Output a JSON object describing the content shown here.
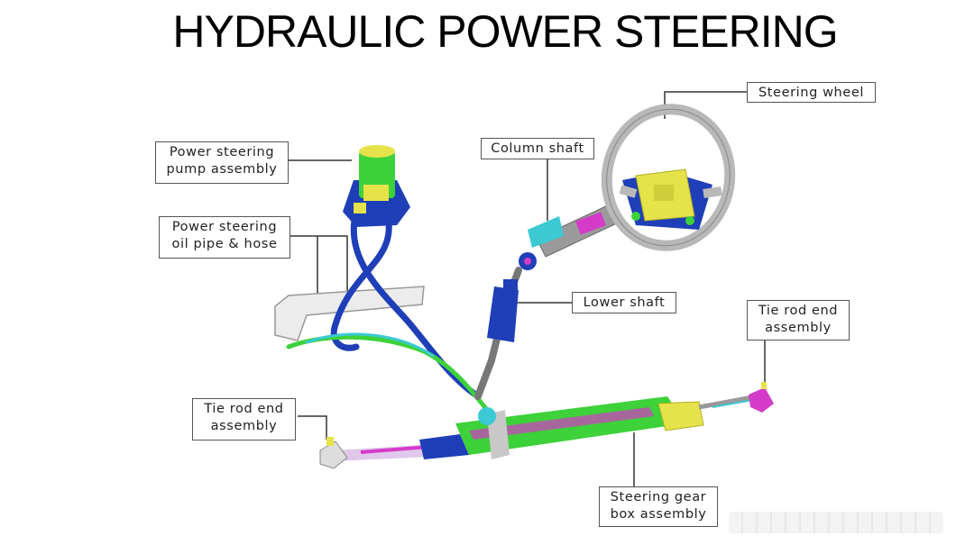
{
  "title": "HYDRAULIC POWER  STEERING",
  "labels": {
    "steering_wheel": "Steering wheel",
    "column_shaft": "Column shaft",
    "pump_line1": "Power steering",
    "pump_line2": "pump assembly",
    "pipe_line1": "Power steering",
    "pipe_line2": "oil pipe & hose",
    "lower_shaft": "Lower shaft",
    "tie_rod_right_line1": "Tie rod end",
    "tie_rod_right_line2": "assembly",
    "tie_rod_left_line1": "Tie rod end",
    "tie_rod_left_line2": "assembly",
    "gear_box_line1": "Steering gear",
    "gear_box_line2": "box assembly"
  },
  "colors": {
    "green": "#3dd13a",
    "blue": "#1e3fb8",
    "yellow": "#e6e24a",
    "magenta": "#d43bc8",
    "cyan": "#3bc9d4",
    "gray": "#b8b8b8"
  }
}
